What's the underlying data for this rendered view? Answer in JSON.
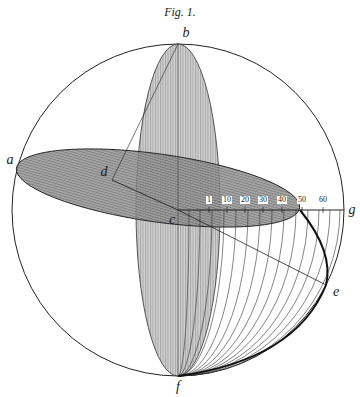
{
  "diagram": {
    "title": "Fig. 1.",
    "labels": [
      "a",
      "b",
      "d",
      "c",
      "1",
      "10",
      "20",
      "30",
      "40",
      "50",
      "60",
      "g",
      "e",
      "f"
    ]
  }
}
